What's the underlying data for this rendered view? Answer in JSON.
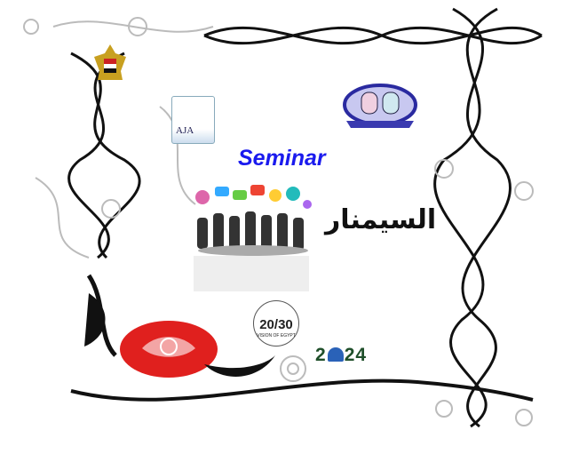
{
  "title_en": "Seminar",
  "title_ar": "السيمنار",
  "logos": {
    "aja": "AJA",
    "vision_number": "20/30",
    "vision_caption": "VISION OF EGYPT",
    "year_left": "2",
    "year_right": "24"
  },
  "colors": {
    "title": "#1a1aee",
    "rose": "#e0201e",
    "year": "#1f4f2a"
  }
}
